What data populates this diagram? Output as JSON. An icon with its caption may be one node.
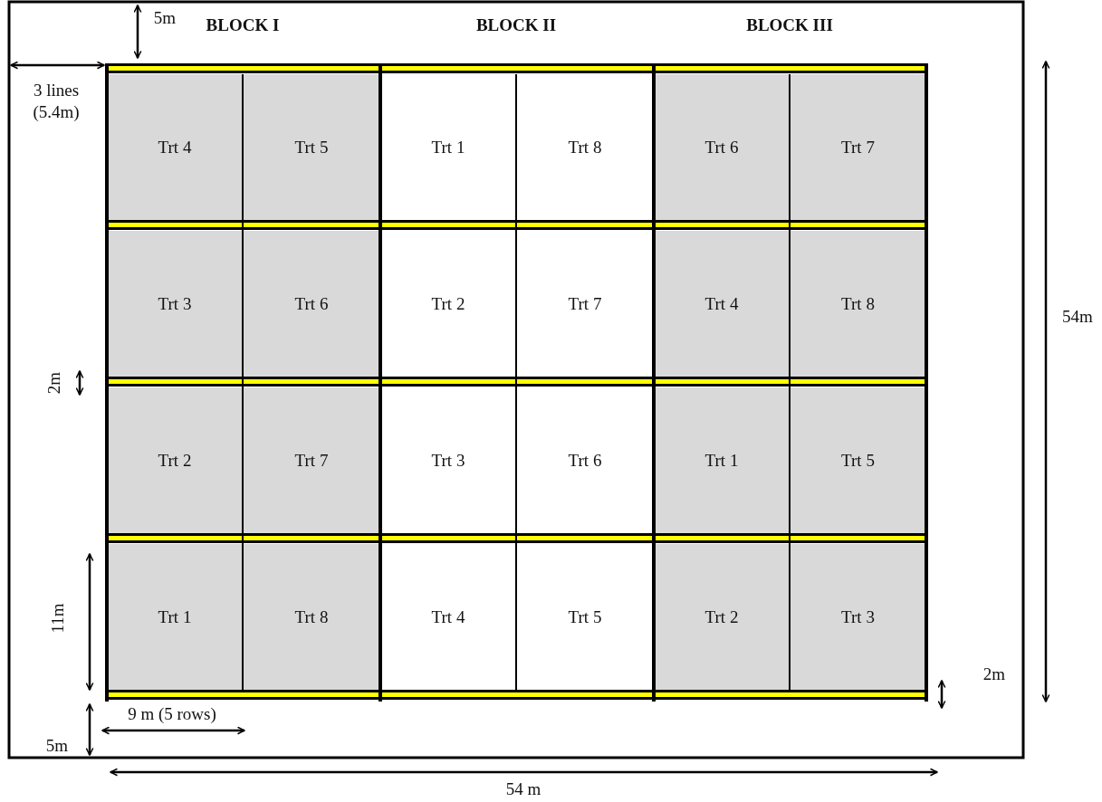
{
  "diagram": {
    "nodes": [
      {
        "text": [
          "Trt 4"
        ]
      },
      {
        "text": [
          "Trt 5"
        ]
      },
      {
        "text": [
          "Trt 1"
        ]
      },
      {
        "text": [
          "Trt 8"
        ]
      },
      {
        "text": [
          "Trt 6"
        ]
      },
      {
        "text": [
          "Trt 7"
        ]
      },
      {
        "text": [
          "Trt 3"
        ]
      },
      {
        "text": [
          "Trt 6"
        ]
      },
      {
        "text": [
          "Trt 2"
        ]
      },
      {
        "text": [
          "Trt 7"
        ]
      },
      {
        "text": [
          "Trt 4"
        ]
      },
      {
        "text": [
          "Trt 8"
        ]
      },
      {
        "text": [
          "Trt 2"
        ]
      },
      {
        "text": [
          "Trt 7"
        ]
      },
      {
        "text": [
          "Trt 3"
        ]
      },
      {
        "text": [
          "Trt 6"
        ]
      },
      {
        "text": [
          "Trt 1"
        ]
      },
      {
        "text": [
          "Trt 5"
        ]
      },
      {
        "text": [
          "Trt 1"
        ]
      },
      {
        "text": [
          "Trt 8"
        ]
      },
      {
        "text": [
          "Trt 4"
        ]
      },
      {
        "text": [
          "Trt 5"
        ]
      },
      {
        "text": [
          "Trt 2"
        ]
      },
      {
        "text": [
          "Trt 3"
        ]
      }
    ],
    "edges": [],
    "labels": [
      "5m",
      "BLOCK I",
      "BLOCK II",
      "BLOCK III",
      "3 lines (5.4m)",
      "54m",
      "2m",
      "11m",
      "2m",
      "9 m (5 rows)",
      "5m",
      "54 m"
    ]
  }
}
